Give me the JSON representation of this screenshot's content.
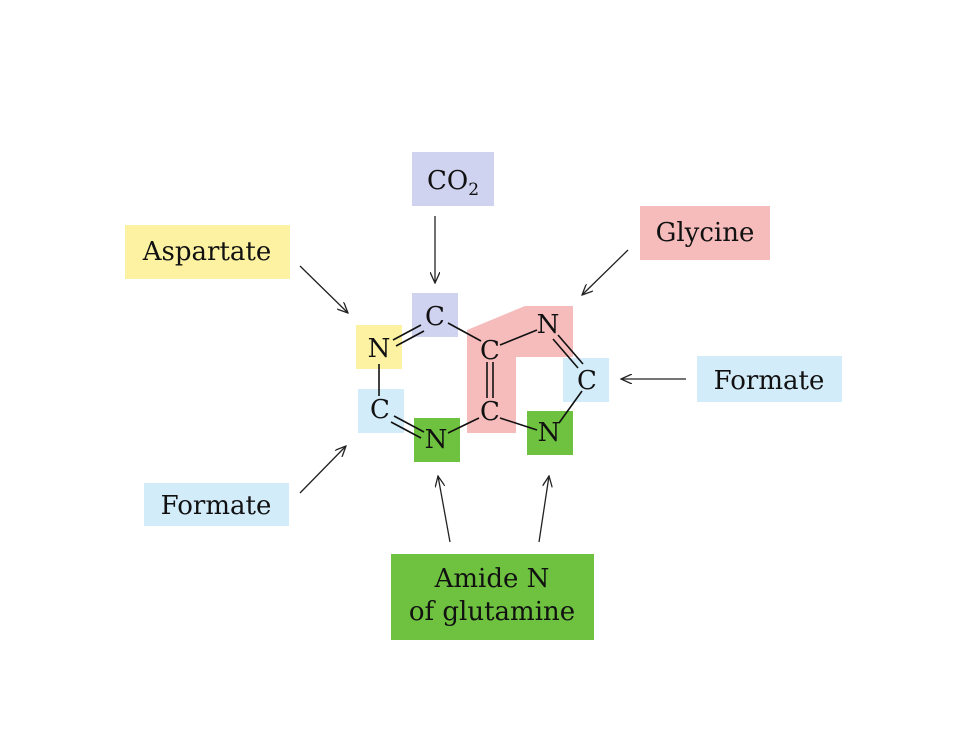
{
  "colors": {
    "aspartate": "#fcf2a2",
    "co2": "#cfd3ef",
    "glycine": "#f6bcbc",
    "formate": "#d3ecfa",
    "glutamine": "#6ec23f",
    "ink": "#111111"
  },
  "sources": {
    "co2_main": "CO",
    "co2_sub": "2",
    "aspartate": "Aspartate",
    "glycine": "Glycine",
    "formate_right": "Formate",
    "formate_left": "Formate",
    "glutamine_line1": "Amide N",
    "glutamine_line2": "of glutamine"
  },
  "atoms": {
    "n1": "N",
    "c2": "C",
    "n3": "N",
    "c4": "C",
    "c5": "C",
    "c6": "C",
    "n7": "N",
    "c8": "C",
    "n9": "N"
  }
}
